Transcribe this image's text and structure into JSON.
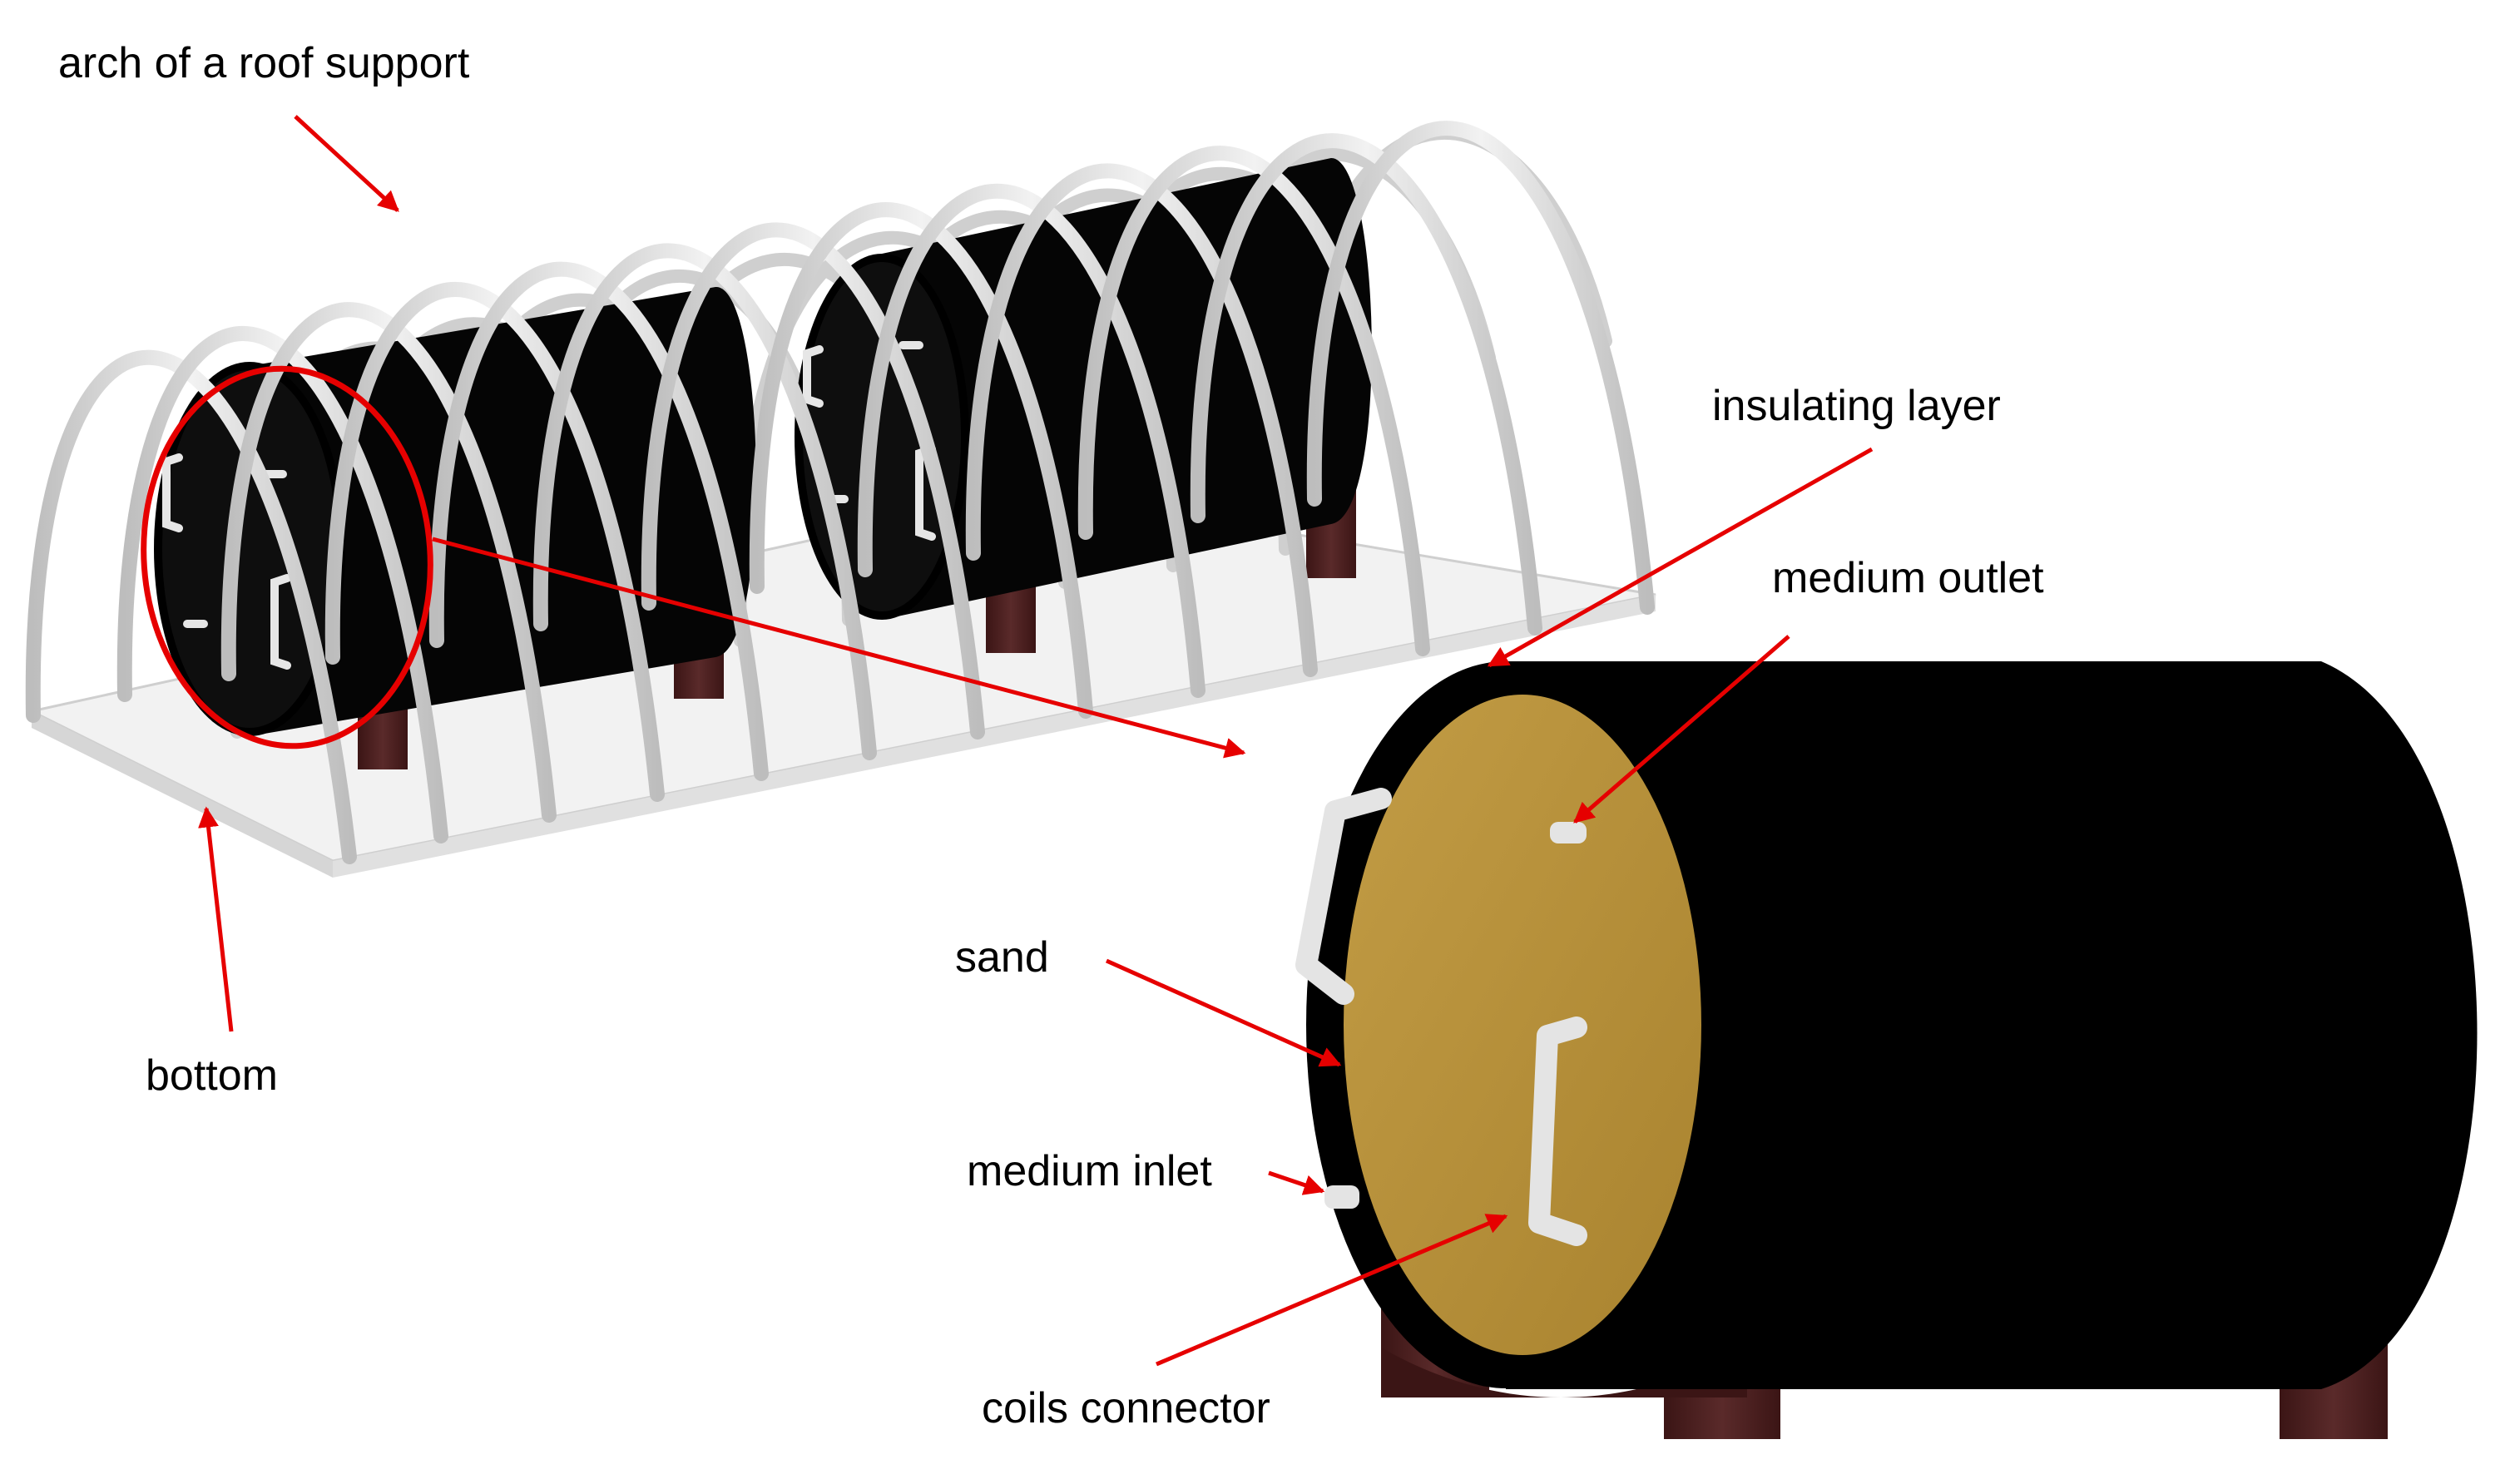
{
  "labels": {
    "arch": "arch of a roof support",
    "bottom": "bottom",
    "insulating_layer": "insulating layer",
    "medium_outlet": "medium outlet",
    "sand": "sand",
    "medium_inlet": "medium inlet",
    "coils_connector": "coils connector"
  },
  "colors": {
    "arrow": "#e60000",
    "highlight_circle": "#e60000",
    "tank_body": "#000000",
    "sand": "#b8923a",
    "support_frame": "#d8d8d8",
    "base_plate": "#eeeeee",
    "cradle": "#4a1f1f"
  }
}
